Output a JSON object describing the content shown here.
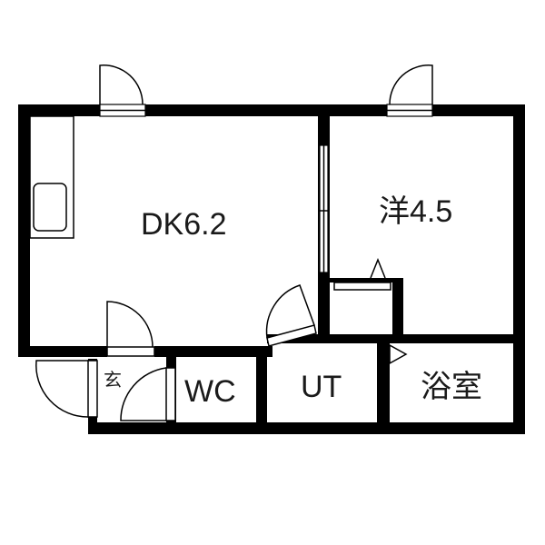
{
  "rooms": {
    "dk": {
      "label": "DK6.2"
    },
    "western": {
      "label": "洋4.5"
    },
    "entrance": {
      "label": "玄"
    },
    "wc": {
      "label": "WC"
    },
    "ut": {
      "label": "UT"
    },
    "bath": {
      "label": "浴室"
    }
  },
  "colors": {
    "wall": "#000000",
    "background": "#ffffff",
    "text": "#1a1a1a"
  }
}
